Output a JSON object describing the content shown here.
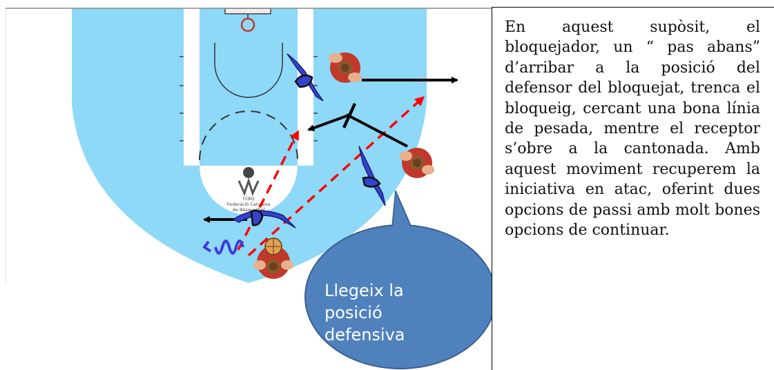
{
  "description": "En aquest supòsit, el bloquejador, un “ pas abans” d’arribar a la posició del defensor del bloquejat, trenca el bloqueig, cercant una bona línia de pesada, mentre el receptor s’obre a la cantonada. Amb aquest moviment recuperem la iniciativa en atac, oferint dues opcions de passi amb molt bones opcions de continuar.",
  "bubble": {
    "text": "Llegeix la\nposició\ndefensiva"
  },
  "logo": {
    "line1": "FCBQ",
    "line2": "Federació Catalana",
    "line3": "de Bàsquetbol"
  },
  "colors": {
    "court": "#8ed8f8",
    "paint": "#8ed8f8",
    "lines": "#ffffff",
    "bubble": "#4f81bd",
    "defender": "#2e3fc6",
    "pass": "#ff0000",
    "movement": "#000000"
  },
  "icons": [
    "basketball-hoop-icon",
    "player-icon",
    "defender-icon",
    "basketball-icon",
    "dribble-icon"
  ]
}
